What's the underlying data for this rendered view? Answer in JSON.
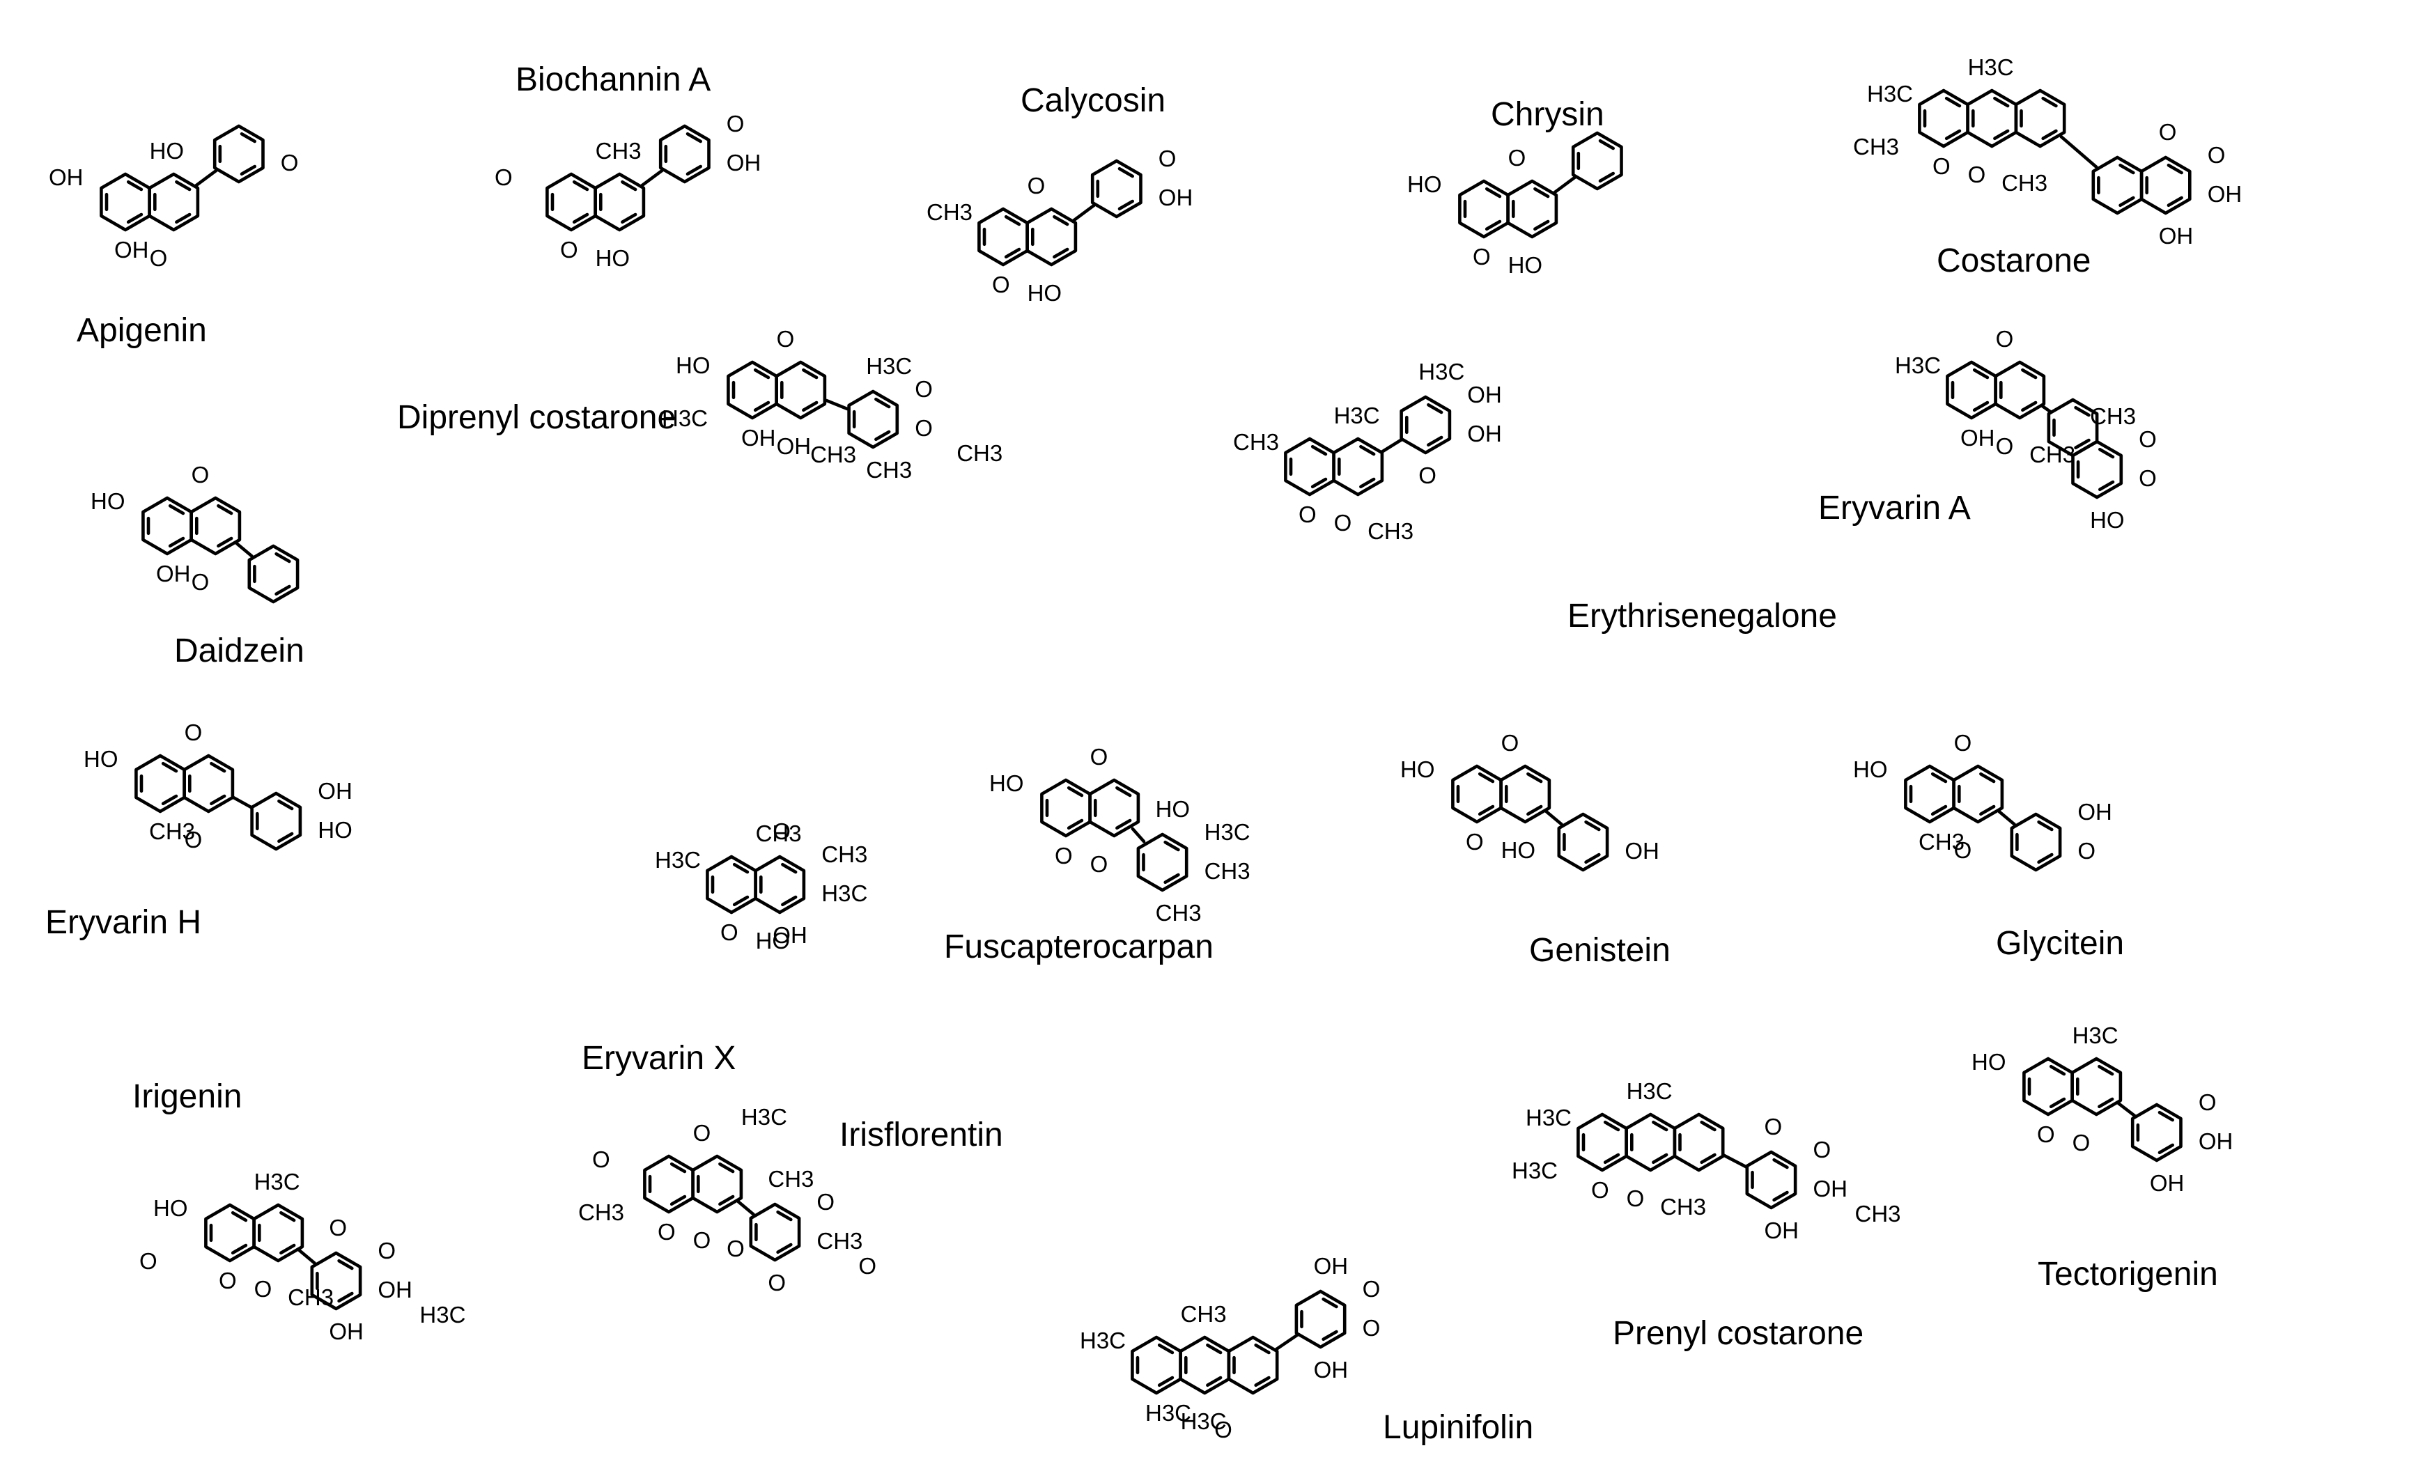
{
  "figure": {
    "title": "",
    "compounds": [
      {
        "name": "Apigenin",
        "rings": "flavone",
        "atoms": [
          "OH",
          "HO",
          "O",
          "OH",
          "O"
        ]
      },
      {
        "name": "Biochannin A",
        "rings": "flavone",
        "atoms": [
          "O",
          "CH3",
          "HO",
          "O",
          "OH",
          "O"
        ]
      },
      {
        "name": "Calycosin",
        "rings": "flavone",
        "atoms": [
          "CH3",
          "O",
          "HO",
          "O",
          "OH",
          "O"
        ]
      },
      {
        "name": "Chrysin",
        "rings": "flavone",
        "atoms": [
          "HO",
          "O",
          "HO",
          "O"
        ]
      },
      {
        "name": "Costarone",
        "rings": "pyranoisoflavanone",
        "atoms": [
          "H3C",
          "H3C",
          "O",
          "O",
          "OH",
          "O",
          "OH",
          "O",
          "CH3",
          "CH3"
        ]
      },
      {
        "name": "Diprenyl costarone",
        "rings": "isoflavanone",
        "atoms": [
          "HO",
          "O",
          "OH",
          "OH",
          "O",
          "O",
          "CH3",
          "H3C",
          "CH3",
          "H3C",
          "CH3"
        ]
      },
      {
        "name": "Daidzein",
        "rings": "isoflavone",
        "atoms": [
          "HO",
          "O",
          "O",
          "OH"
        ]
      },
      {
        "name": "Erythrisenegalone",
        "rings": "pyranoflavanone",
        "atoms": [
          "CH3",
          "H3C",
          "O",
          "O",
          "OH",
          "OH",
          "O",
          "H3C",
          "CH3"
        ]
      },
      {
        "name": "Eryvarin A",
        "rings": "pterocarpan",
        "atoms": [
          "H3C",
          "O",
          "O",
          "OH",
          "O",
          "O",
          "HO",
          "CH3",
          "CH3"
        ]
      },
      {
        "name": "Eryvarin H",
        "rings": "isoflavene",
        "atoms": [
          "HO",
          "O",
          "O",
          "CH3",
          "HO",
          "OH"
        ]
      },
      {
        "name": "Eryvarin X",
        "rings": "isoflavone",
        "atoms": [
          "H3C",
          "CH3",
          "HO",
          "O",
          "H3C",
          "CH3",
          "OH",
          "O"
        ]
      },
      {
        "name": "Fuscapterocarpan",
        "rings": "pterocarpan",
        "atoms": [
          "HO",
          "O",
          "O",
          "O",
          "CH3",
          "H3C",
          "CH3",
          "HO"
        ]
      },
      {
        "name": "Genistein",
        "rings": "isoflavone",
        "atoms": [
          "HO",
          "O",
          "HO",
          "O",
          "OH"
        ]
      },
      {
        "name": "Glycitein",
        "rings": "isoflavone",
        "atoms": [
          "HO",
          "O",
          "O",
          "CH3",
          "O",
          "OH"
        ]
      },
      {
        "name": "Irigenin",
        "rings": "isoflavone",
        "atoms": [
          "HO",
          "H3C",
          "O",
          "O",
          "OH",
          "O",
          "OH",
          "O",
          "CH3",
          "O",
          "H3C"
        ]
      },
      {
        "name": "Irisflorentin",
        "rings": "isoflavone",
        "atoms": [
          "O",
          "O",
          "O",
          "O",
          "CH3",
          "O",
          "O",
          "CH3",
          "O",
          "CH3",
          "O",
          "H3C"
        ]
      },
      {
        "name": "Lupinifolin",
        "rings": "pyranoflavanone",
        "atoms": [
          "H3C",
          "CH3",
          "H3C",
          "H3C",
          "O",
          "O",
          "OH",
          "OH",
          "O"
        ]
      },
      {
        "name": "Prenyl costarone",
        "rings": "pyranoisoflavanone",
        "atoms": [
          "H3C",
          "H3C",
          "O",
          "O",
          "OH",
          "O",
          "OH",
          "O",
          "CH3",
          "H3C",
          "CH3"
        ]
      },
      {
        "name": "Tectorigenin",
        "rings": "isoflavone",
        "atoms": [
          "HO",
          "H3C",
          "O",
          "O",
          "OH",
          "O",
          "OH"
        ]
      }
    ]
  }
}
